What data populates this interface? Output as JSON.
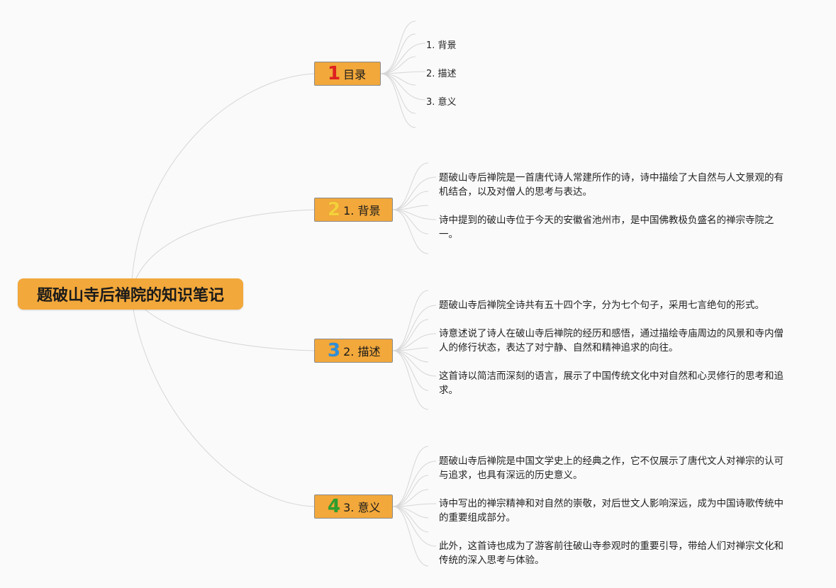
{
  "root": {
    "title": "题破山寺后禅院的知识笔记"
  },
  "branches": [
    {
      "badge": "1",
      "badge_color": "#e02020",
      "label": "目录",
      "items": [
        "1. 背景",
        "2. 描述",
        "3. 意义"
      ]
    },
    {
      "badge": "2",
      "badge_color": "#f5d13a",
      "label": "1. 背景",
      "notes": [
        "题破山寺后禅院是一首唐代诗人常建所作的诗，诗中描绘了大自然与人文景观的有机结合，以及对僧人的思考与表达。",
        "诗中提到的破山寺位于今天的安徽省池州市，是中国佛教极负盛名的禅宗寺院之一。"
      ]
    },
    {
      "badge": "3",
      "badge_color": "#2f8fd8",
      "label": "2. 描述",
      "notes": [
        "题破山寺后禅院全诗共有五十四个字，分为七个句子，采用七言绝句的形式。",
        "诗意述说了诗人在破山寺后禅院的经历和感悟，通过描绘寺庙周边的风景和寺内僧人的修行状态，表达了对宁静、自然和精神追求的向往。",
        "这首诗以简洁而深刻的语言，展示了中国传统文化中对自然和心灵修行的思考和追求。"
      ]
    },
    {
      "badge": "4",
      "badge_color": "#2e9e2e",
      "label": "3. 意义",
      "notes": [
        "题破山寺后禅院是中国文学史上的经典之作，它不仅展示了唐代文人对禅宗的认可与追求，也具有深远的历史意义。",
        "诗中写出的禅宗精神和对自然的崇敬，对后世文人影响深远，成为中国诗歌传统中的重要组成部分。",
        "此外，这首诗也成为了游客前往破山寺参观时的重要引导，带给人们对禅宗文化和传统的深入思考与体验。"
      ]
    }
  ]
}
